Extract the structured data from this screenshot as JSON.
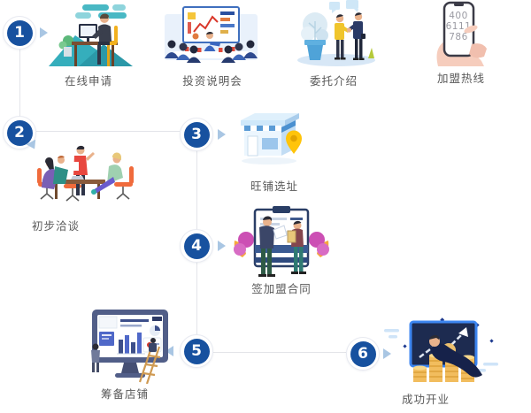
{
  "colors": {
    "step_circle_blue": "#17519f",
    "connector_gray": "#e3e4e9",
    "arrow_light_blue": "#a9c6e3",
    "label_gray": "#595959",
    "pin_yellow": "#ffc40a",
    "coin_gold": "#f2bd5e"
  },
  "steps": [
    {
      "number": "1",
      "items": [
        {
          "label": "在线申请",
          "icon": "person-at-computer-illustration"
        },
        {
          "label": "投资说明会",
          "icon": "conference-presentation-illustration"
        },
        {
          "label": "委托介绍",
          "icon": "handshake-referral-illustration"
        },
        {
          "label": "加盟热线",
          "icon": "hand-holding-phone-illustration",
          "phone_display": {
            "line1": "400",
            "line2": "6111",
            "line3": "786"
          }
        }
      ]
    },
    {
      "number": "2",
      "label": "初步洽谈",
      "icon": "team-discussion-illustration"
    },
    {
      "number": "3",
      "label": "旺铺选址",
      "icon": "storefront-location-illustration"
    },
    {
      "number": "4",
      "label": "签加盟合同",
      "icon": "contract-signing-illustration"
    },
    {
      "number": "5",
      "label": "筹备店铺",
      "icon": "shop-setup-dashboard-illustration"
    },
    {
      "number": "6",
      "label": "成功开业",
      "icon": "opening-success-illustration"
    }
  ]
}
